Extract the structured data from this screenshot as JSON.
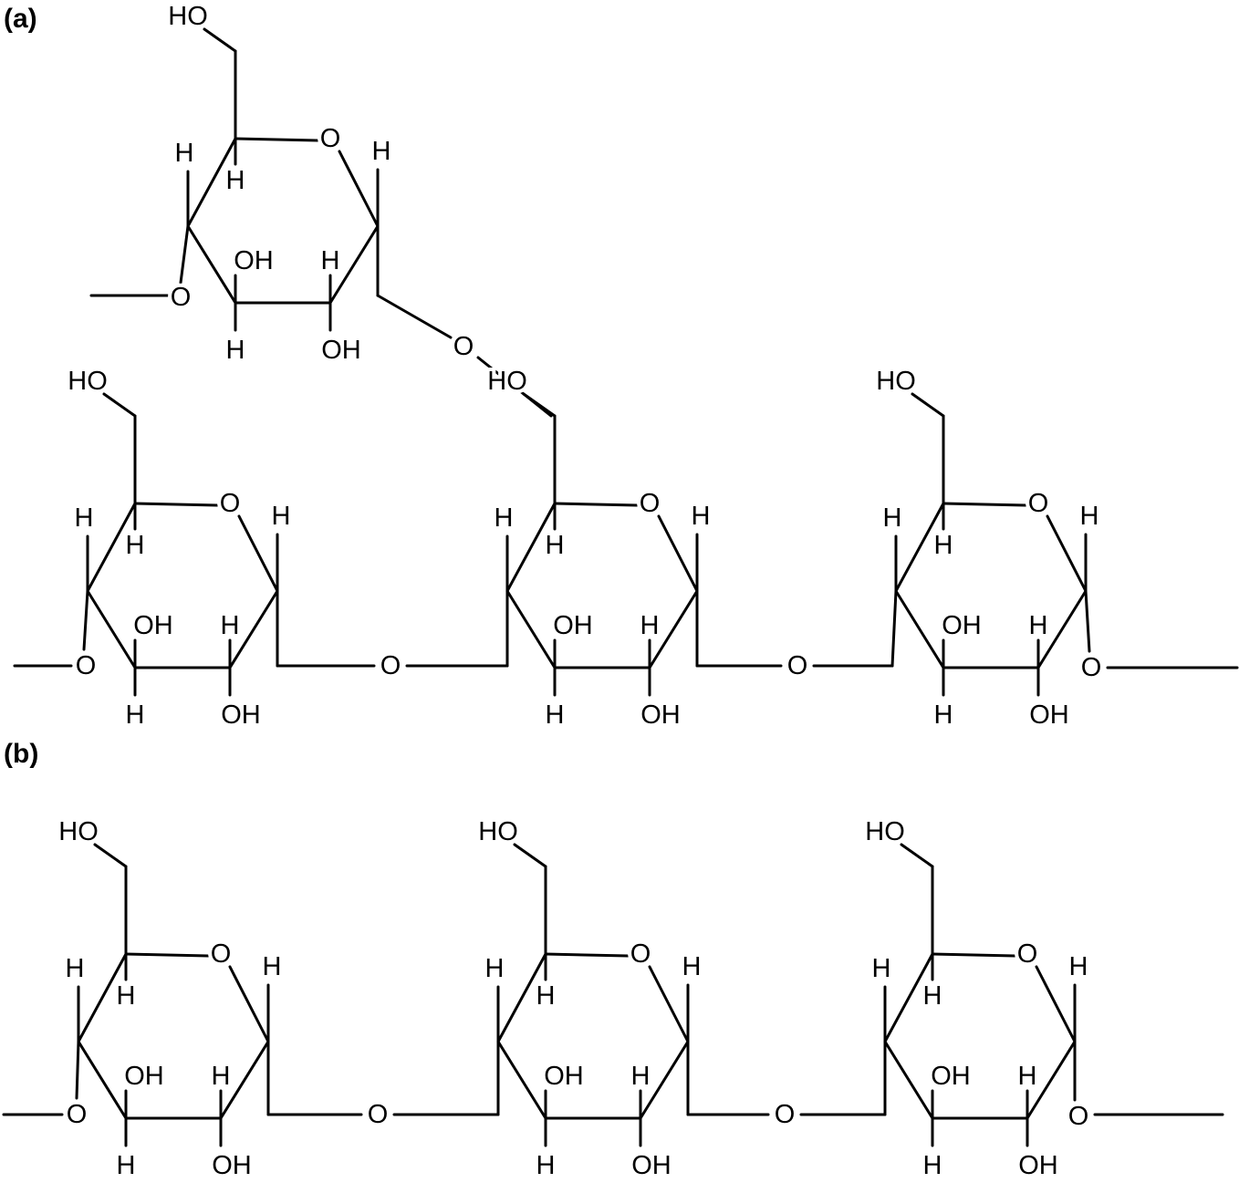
{
  "panels": [
    {
      "label": "(a)"
    },
    {
      "label": "(b)"
    }
  ],
  "atoms": {
    "hydroxymethyl": "HO",
    "ring_oxygen": "O",
    "bridge_oxygen": "O",
    "hydrogen": "H",
    "hydroxyl": "OH"
  }
}
